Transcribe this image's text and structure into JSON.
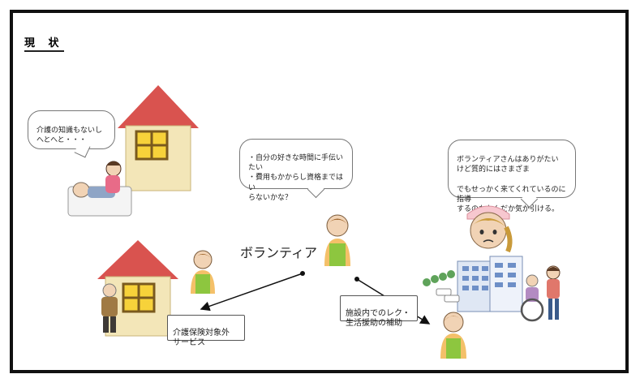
{
  "title": "現 状",
  "bubbles": {
    "home": "介護の知識もないし\nへとへと・・・",
    "volunteer": "・自分の好きな時間に手伝い\nたい\n・費用もかからし資格まではい\nらないかな？",
    "facility": "ボランティアさんはありがたい\nけど質的にはさまざま\n\nでもせっかく来てくれているのに指導\nするのもなんだか気が引ける。"
  },
  "volunteer_label": "ボランティア",
  "boxes": {
    "home_service": "介護保険対象外\nサービス",
    "facility_service": "施設内でのレク・\n生活援助の補助"
  },
  "colors": {
    "roof": "#d9534f",
    "wall": "#f3e6b8",
    "window": "#f7d23a",
    "apron": "#8dc63f",
    "frame": "#111111"
  }
}
